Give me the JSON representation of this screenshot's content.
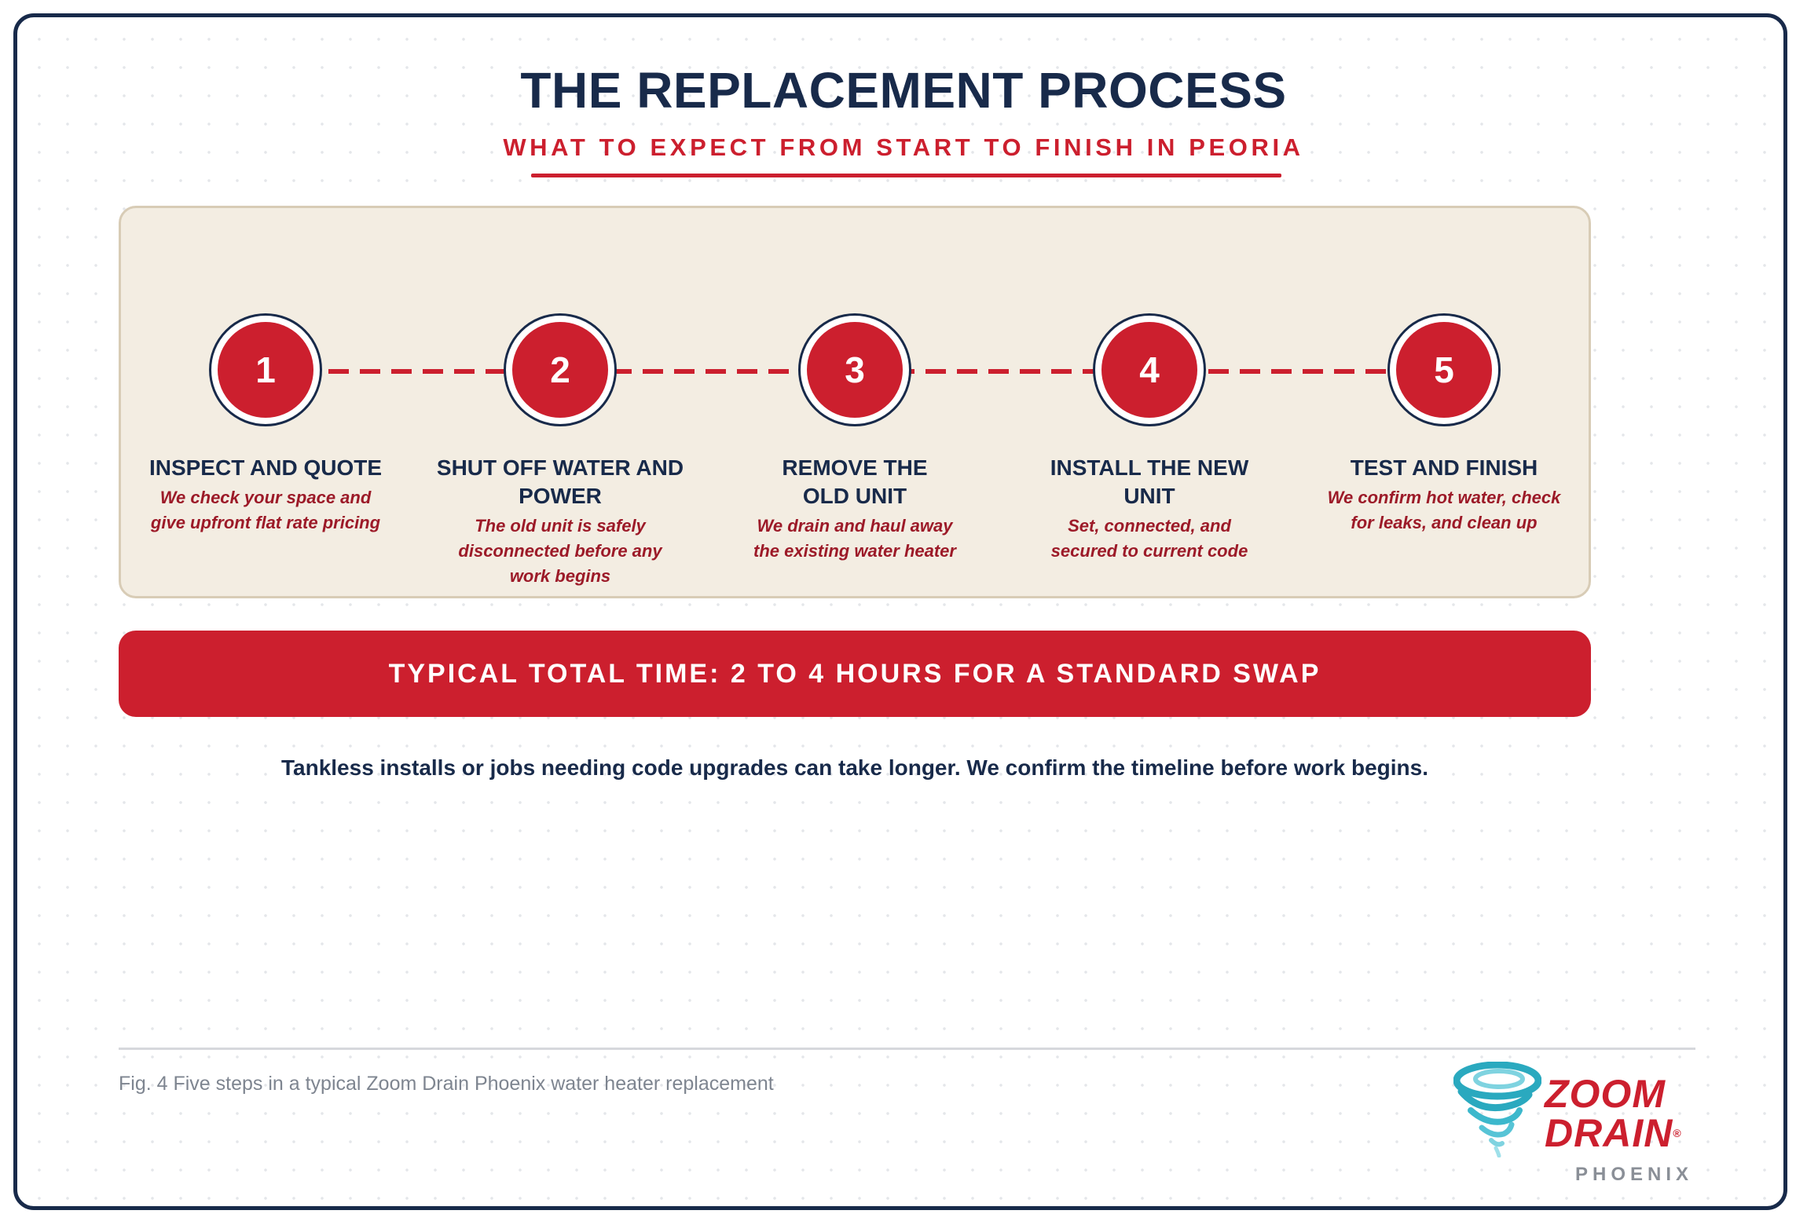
{
  "header": {
    "title": "THE REPLACEMENT PROCESS",
    "subtitle": "WHAT TO EXPECT FROM START TO FINISH IN PEORIA"
  },
  "steps": [
    {
      "number": "1",
      "title": "INSPECT AND QUOTE",
      "description": "We check your space and give upfront flat rate pricing"
    },
    {
      "number": "2",
      "title": "SHUT OFF WATER AND POWER",
      "description": "The old unit is safely disconnected before any work begins"
    },
    {
      "number": "3",
      "title": "REMOVE THE OLD UNIT",
      "description": "We drain and haul away the existing water heater"
    },
    {
      "number": "4",
      "title": "INSTALL THE NEW UNIT",
      "description": "Set, connected, and secured to current code"
    },
    {
      "number": "5",
      "title": "TEST AND FINISH",
      "description": "We confirm hot water, check for leaks, and clean up"
    }
  ],
  "banner": {
    "text": "TYPICAL TOTAL TIME: 2 TO 4 HOURS FOR A STANDARD SWAP"
  },
  "note": "Tankless installs or jobs needing code upgrades can take longer. We confirm the timeline before work begins.",
  "footer": {
    "caption": "Fig. 4 Five steps in a typical Zoom Drain Phoenix water heater replacement",
    "logo": {
      "line1": "ZOOM",
      "line2": "DRAIN",
      "registered": "®",
      "city": "PHOENIX",
      "icon": "tornado-swirl-icon"
    }
  },
  "colors": {
    "navy": "#182a4a",
    "red": "#cc1f2e",
    "dark_red": "#9c1a28",
    "panel": "#f3ede2",
    "teal": "#2aa9bf"
  }
}
